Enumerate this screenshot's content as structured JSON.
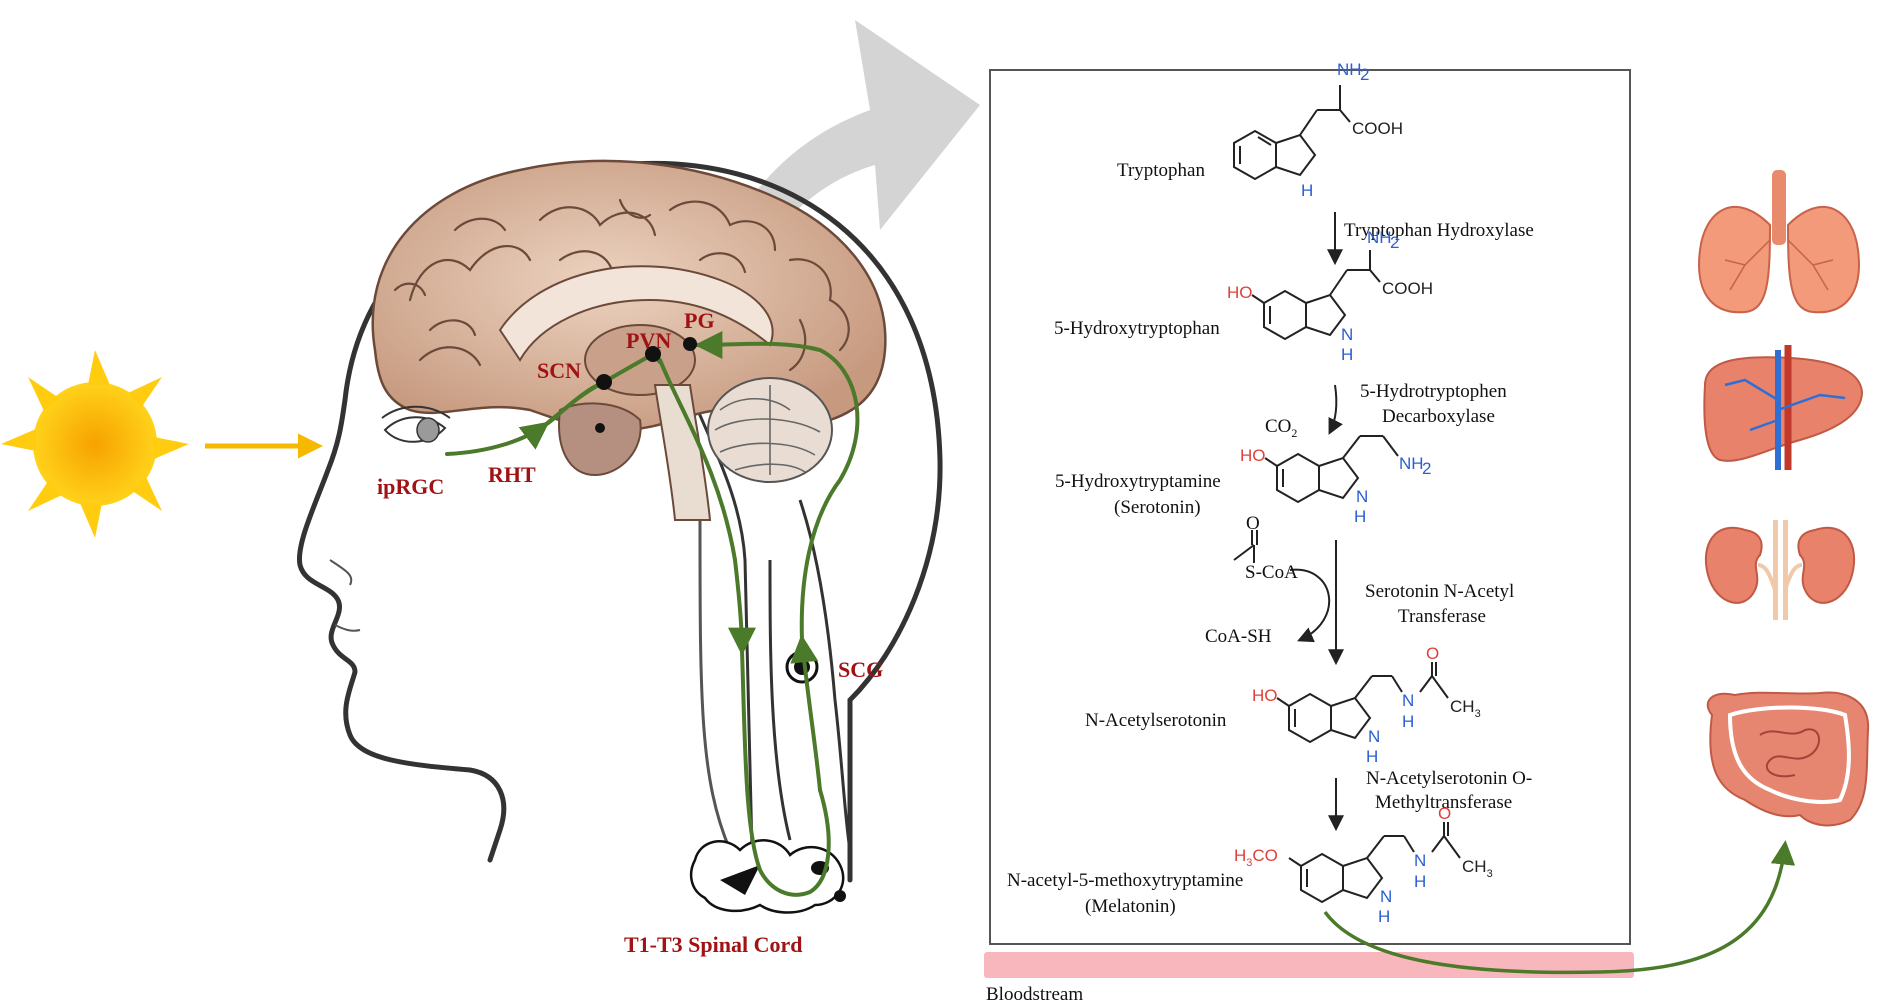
{
  "head_labels": {
    "ipRGC": "ipRGC",
    "RHT": "RHT",
    "SCN": "SCN",
    "PVN": "PVN",
    "PG": "PG",
    "SCG": "SCG",
    "spinal": "T1-T3 Spinal Cord"
  },
  "pathway": {
    "steps": [
      {
        "compound": "Tryptophan"
      },
      {
        "compound": "5-Hydroxytryptophan"
      },
      {
        "compound": "5-Hydroxytryptamine",
        "compound2": "(Serotonin)"
      },
      {
        "compound": "N-Acetylserotonin"
      },
      {
        "compound": "N-acetyl-5-methoxytryptamine",
        "compound2": "(Melatonin)"
      }
    ],
    "enzymes": [
      {
        "line1": "Tryptophan Hydroxylase"
      },
      {
        "line1": "5-Hydrotryptophen",
        "line2": "Decarboxylase"
      },
      {
        "line1": "Serotonin N-Acetyl",
        "line2": "Transferase"
      },
      {
        "line1": "N-Acetylserotonin O-",
        "line2": "Methyltransferase"
      }
    ],
    "side": {
      "co2": "CO",
      "co2_sub": "2",
      "scoa": "S-CoA",
      "coash": "CoA-SH"
    }
  },
  "chem_text": {
    "nh2": "NH",
    "nh2_sub": "2",
    "cooh": "COOH",
    "h": "H",
    "ho": "HO",
    "n": "N",
    "o": "O",
    "ch3": "CH",
    "ch3_sub": "3",
    "h3co_a": "H",
    "h3co_sub": "3",
    "h3co_b": "CO"
  },
  "bloodstream": "Bloodstream",
  "organs": [
    "lungs-icon",
    "liver-icon",
    "kidneys-icon",
    "intestine-icon"
  ],
  "colors": {
    "pathway_green": "#4a7a2a",
    "label_red": "#a01214",
    "sun": "#f6b800",
    "bloodstream": "#f7b7bc",
    "brain": "#d9b49c",
    "organ": "#e8826a",
    "amine_blue": "#2b5fd0",
    "oxygen_red": "#e0403a"
  }
}
